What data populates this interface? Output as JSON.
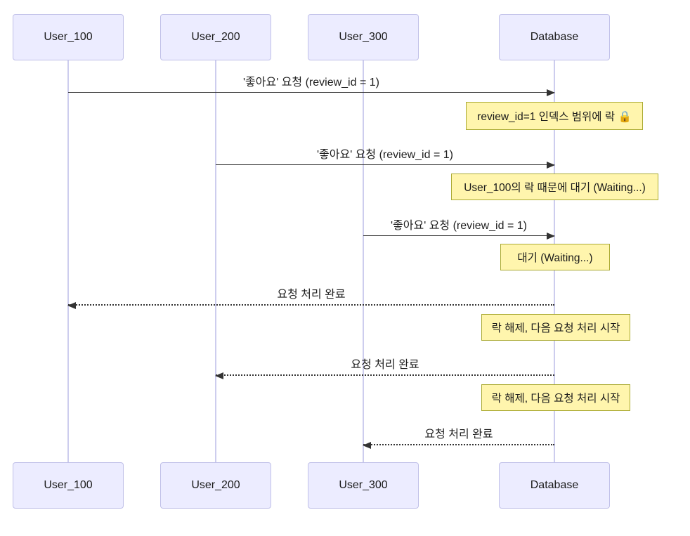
{
  "diagram": {
    "type": "sequence",
    "actors": [
      {
        "name": "User_100"
      },
      {
        "name": "User_200"
      },
      {
        "name": "User_300"
      },
      {
        "name": "Database"
      }
    ],
    "messages": [
      {
        "from": "User_100",
        "to": "Database",
        "style": "solid",
        "label": "'좋아요' 요청 (review_id = 1)"
      },
      {
        "from": "User_200",
        "to": "Database",
        "style": "solid",
        "label": "'좋아요' 요청 (review_id = 1)"
      },
      {
        "from": "User_300",
        "to": "Database",
        "style": "solid",
        "label": "'좋아요' 요청 (review_id = 1)"
      },
      {
        "from": "Database",
        "to": "User_100",
        "style": "dashed",
        "label": "요청 처리 완료"
      },
      {
        "from": "Database",
        "to": "User_200",
        "style": "dashed",
        "label": "요청 처리 완료"
      },
      {
        "from": "Database",
        "to": "User_300",
        "style": "dashed",
        "label": "요청 처리 완료"
      }
    ],
    "notes": [
      {
        "over": "Database",
        "label": "review_id=1 인덱스 범위에 락 🔒"
      },
      {
        "over": "Database",
        "label": "User_100의 락 때문에 대기 (Waiting...)"
      },
      {
        "over": "Database",
        "label": "대기 (Waiting...)"
      },
      {
        "over": "Database",
        "label": "락 해제, 다음 요청 처리 시작"
      },
      {
        "over": "Database",
        "label": "락 해제, 다음 요청 처리 시작"
      }
    ]
  },
  "colors": {
    "actor_fill": "#ECECFF",
    "actor_border": "#C0C0E8",
    "lifeline": "#CDCDEE",
    "note_fill": "#FFF5AD",
    "note_border": "#AAAA33",
    "line": "#333333"
  }
}
